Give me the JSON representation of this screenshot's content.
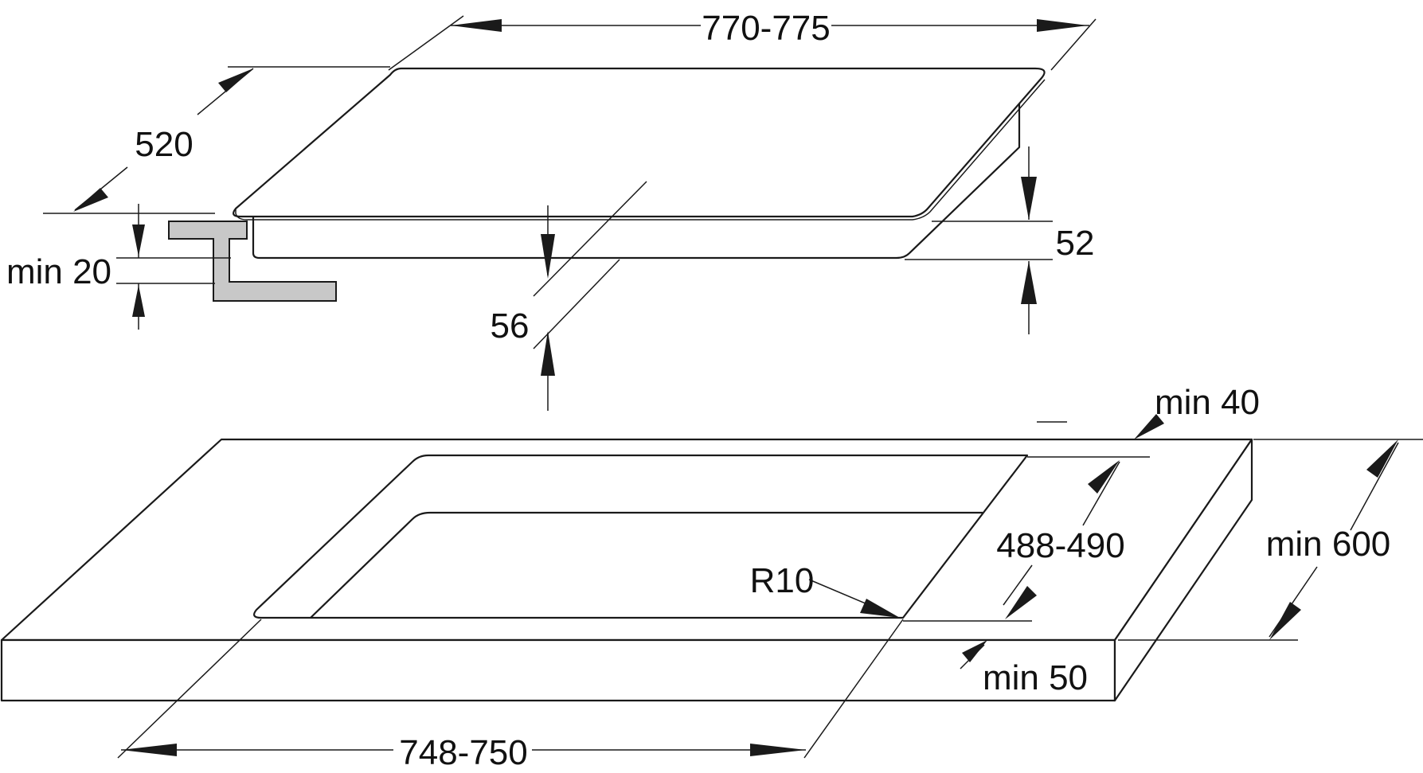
{
  "labels": {
    "width_top": "770-775",
    "depth_top": "520",
    "min_20": "min 20",
    "height_52": "52",
    "height_56": "56",
    "min_40": "min 40",
    "cutout_depth": "488-490",
    "min_600": "min 600",
    "radius": "R10",
    "min_50": "min 50",
    "cutout_width": "748-750"
  },
  "colors": {
    "line": "#1a1a1a",
    "bracket_fill": "#c8c8c8",
    "background": "#ffffff"
  }
}
